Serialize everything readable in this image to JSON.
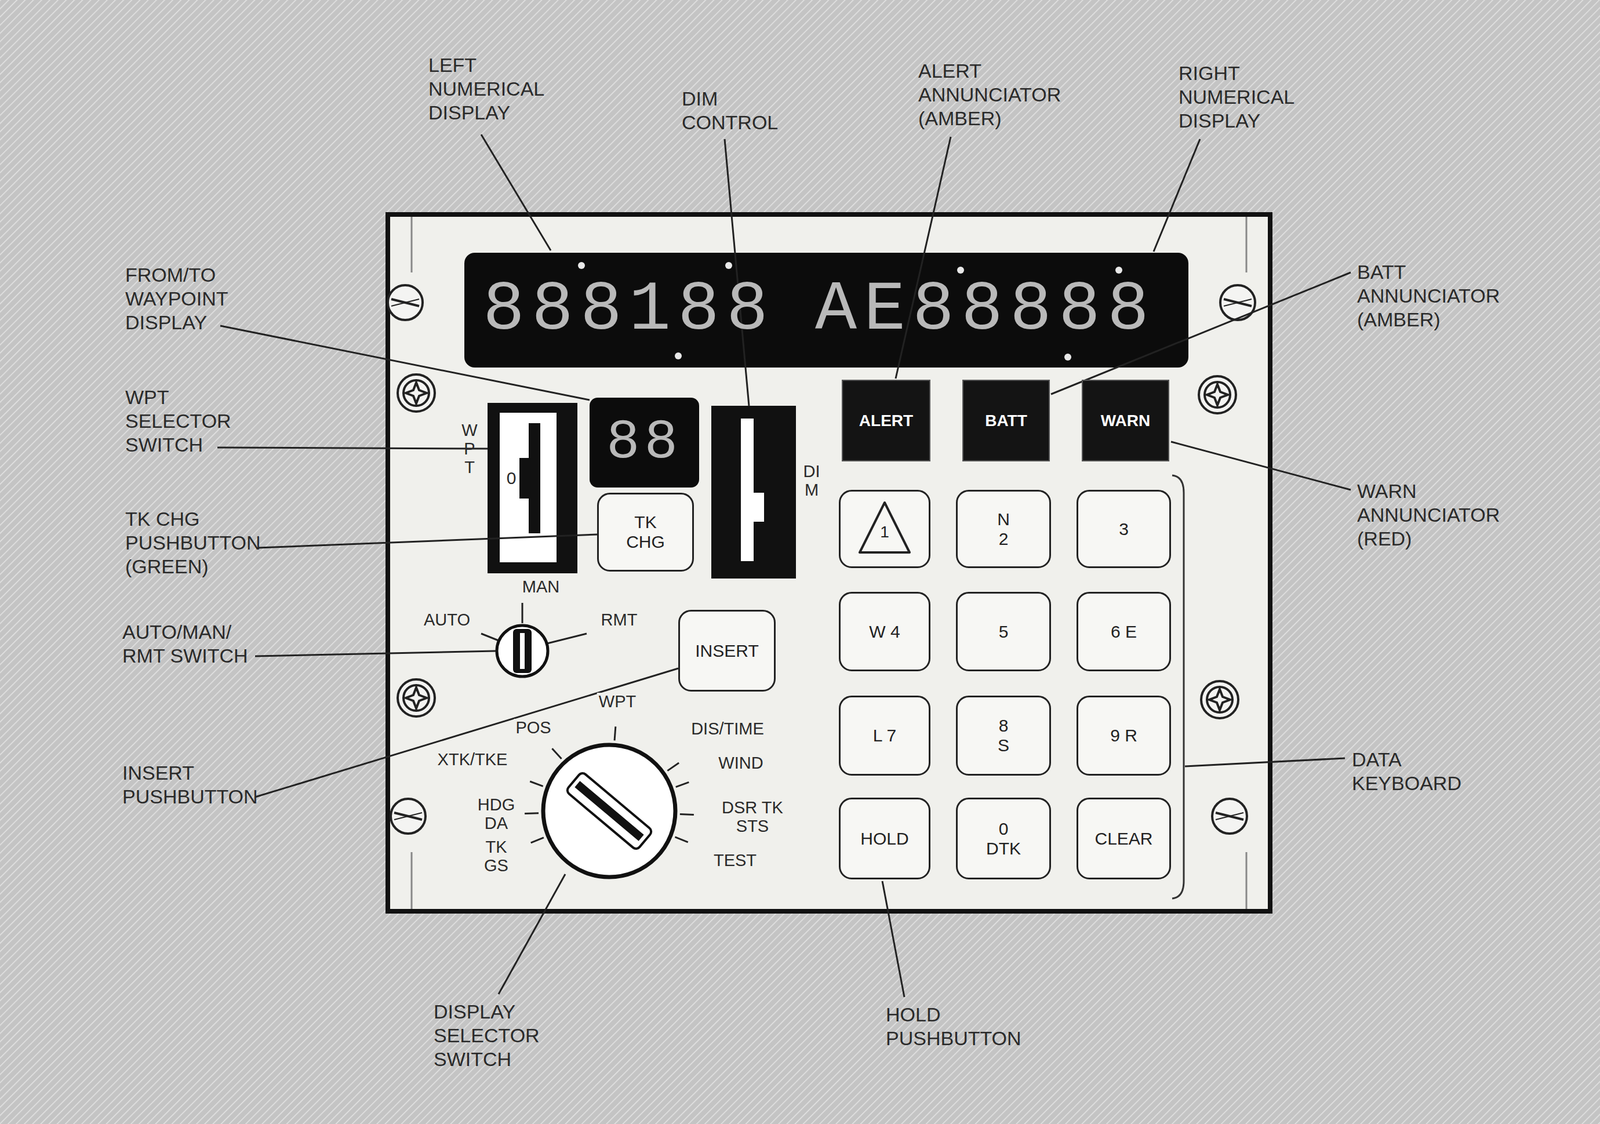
{
  "diagram": {
    "nodes": [
      {
        "text": [
          "888188",
          "AE88888"
        ]
      },
      {
        "text": [
          "88"
        ]
      },
      {
        "text": [
          "ALERT"
        ]
      },
      {
        "text": [
          "BATT"
        ]
      },
      {
        "text": [
          "WARN"
        ]
      },
      {
        "text": [
          "TK CHG"
        ]
      },
      {
        "text": [
          "1"
        ]
      },
      {
        "text": [
          "N",
          "2"
        ]
      },
      {
        "text": [
          "3"
        ]
      },
      {
        "text": [
          "W 4"
        ]
      },
      {
        "text": [
          "5"
        ]
      },
      {
        "text": [
          "6 E"
        ]
      },
      {
        "text": [
          "L 7"
        ]
      },
      {
        "text": [
          "8",
          "S"
        ]
      },
      {
        "text": [
          "9 R"
        ]
      },
      {
        "text": [
          "HOLD"
        ]
      },
      {
        "text": [
          "0",
          "DTK"
        ]
      },
      {
        "text": [
          "CLEAR"
        ]
      },
      {
        "text": [
          "INSERT"
        ]
      }
    ],
    "labels": [
      "LEFT NUMERICAL DISPLAY",
      "DIM CONTROL",
      "ALERT ANNUNCIATOR (AMBER)",
      "RIGHT NUMERICAL DISPLAY",
      "FROM/TO WAYPOINT DISPLAY",
      "BATT ANNUNCIATOR (AMBER)",
      "WPT SELECTOR SWITCH",
      "WPT",
      "0",
      "DIM",
      "WARN ANNUNCIATOR (RED)",
      "TK CHG PUSHBUTTON (GREEN)",
      "MAN",
      "AUTO",
      "RMT",
      "AUTO/MAN/ RMT SWITCH",
      "POS",
      "WPT",
      "DIS/TIME",
      "XTK/TKE",
      "WIND",
      "DATA KEYBOARD",
      "INSERT PUSHBUTTON",
      "HDG DA",
      "DSR TK STS",
      "TK GS",
      "TEST",
      "DISPLAY SELECTOR SWITCH",
      "HOLD PUSHBUTTON"
    ]
  }
}
